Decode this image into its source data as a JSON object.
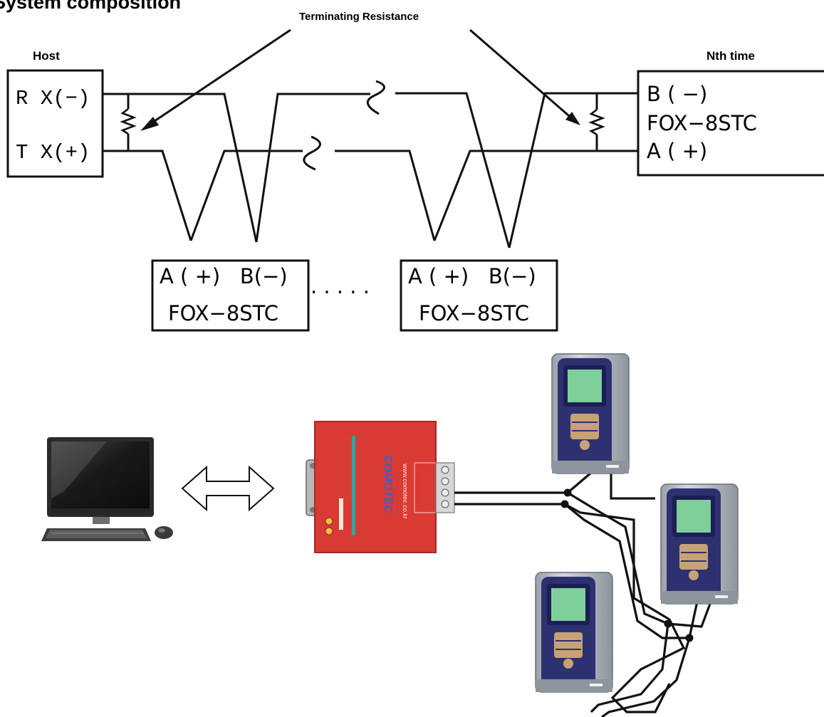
{
  "title": "System composition",
  "labels": {
    "host": "Host",
    "nth": "Nth time",
    "terminating": "Terminating Resistance"
  },
  "host_box": {
    "rx": "R X(−)",
    "tx": "T X(+)"
  },
  "nth_box": {
    "b": "B ( −)",
    "model": "FOX−8STC",
    "a": "A ( +)"
  },
  "slaves": [
    {
      "pins": "A ( +)   B(−)",
      "model": "FOX−8STC"
    },
    {
      "pins": "A ( +)   B(−)",
      "model": "FOX−8STC"
    }
  ],
  "ellipsis": ". . . . .",
  "converter": {
    "brand": "COMOTEC",
    "url": "www.comotec.co.kr"
  },
  "colors": {
    "converter_red": "#d93a34",
    "device_body": "#b7bcc4",
    "device_bezel": "#2e3170",
    "device_screen": "#7fcf9a",
    "device_keys": "#c7a276",
    "monitor": "#1b1b1b"
  }
}
